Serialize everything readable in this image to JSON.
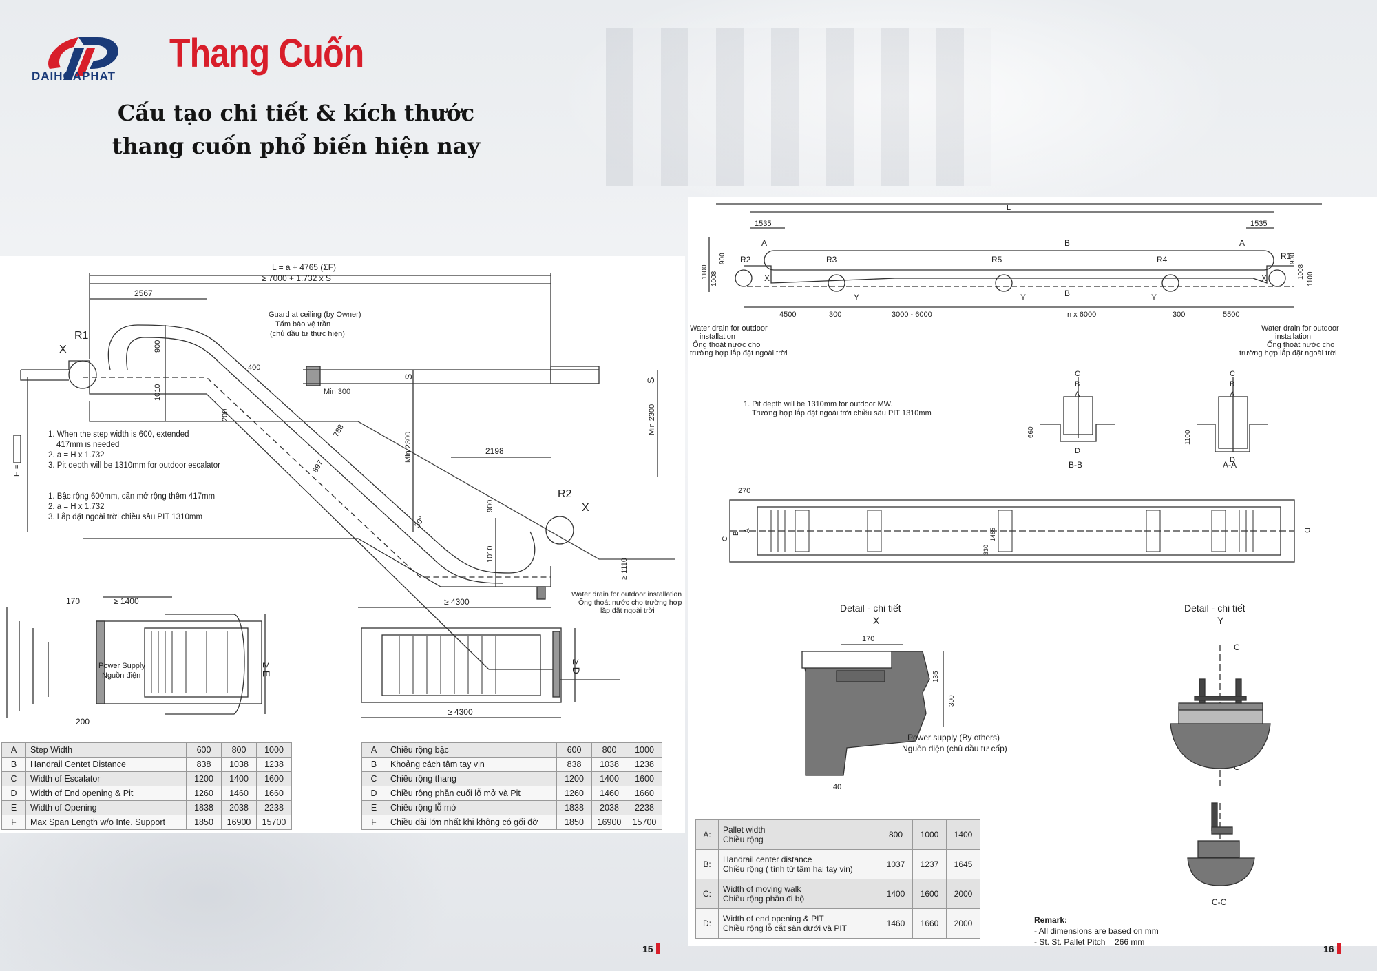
{
  "brand": {
    "name": "DAIHOAPHAT",
    "red": "#d81e2a",
    "blue": "#1a3a78"
  },
  "title": "Thang Cuốn",
  "subtitle": [
    "Cấu tạo chi tiết & kích thước",
    "thang cuốn phổ biến hiện nay"
  ],
  "page15": {
    "page_number": "15",
    "labels": {
      "formula": "L = a + 4765 (ΣF)",
      "min_len": "≥ 7000 + 1.732 x S",
      "dim_2567": "2567",
      "r1": "R1",
      "r2": "R2",
      "x1": "X",
      "x2": "X",
      "guard": "Guard at ceiling (by Owner)",
      "guard_vi1": "Tấm bảo vệ trần",
      "guard_vi2": "(chủ đầu tư thực hiện)",
      "min300": "Min 300",
      "min2300": "Min 2300",
      "dim_400": "400",
      "dim_900": "900",
      "dim_1010": "1010",
      "dim_200": "200",
      "dim_788": "788",
      "dim_897": "897",
      "dim_2198": "2198",
      "dim_30": "30°",
      "s": "S",
      "h": "H =",
      "dim_1110": "≥ 1110",
      "dim_4300": "≥ 4300",
      "water": "Water drain for outdoor installation",
      "water_vi1": "Ống thoát nước cho trường hợp",
      "water_vi2": "lắp đặt ngoài trời",
      "dim_170": "170",
      "dim_1400": "≥ 1400",
      "power": "Power Supply",
      "power_vi": "Nguồn điện",
      "dim_200b": "200",
      "e": "≥ E",
      "d": "≥ D",
      "dim_4300b": "≥ 4300"
    },
    "notes_en": [
      "1. When the step width is 600, extended",
      "417mm is needed",
      "2. a = H x 1.732",
      "3. Pit depth will be 1310mm for outdoor escalator"
    ],
    "notes_vi": [
      "1. Bậc rộng 600mm, cần mở rộng thêm 417mm",
      "2. a = H x 1.732",
      "3. Lắp đặt ngoài trời chiều sâu PIT 1310mm"
    ],
    "table_en": [
      [
        "A",
        "Step Width",
        "600",
        "800",
        "1000"
      ],
      [
        "B",
        "Handrail Centet Distance",
        "838",
        "1038",
        "1238"
      ],
      [
        "C",
        "Width of Escalator",
        "1200",
        "1400",
        "1600"
      ],
      [
        "D",
        "Width of End opening & Pit",
        "1260",
        "1460",
        "1660"
      ],
      [
        "E",
        "Width of Opening",
        "1838",
        "2038",
        "2238"
      ],
      [
        "F",
        "Max Span Length w/o Inte. Support",
        "1850",
        "16900",
        "15700"
      ]
    ],
    "table_vi": [
      [
        "A",
        "Chiều rộng bậc",
        "600",
        "800",
        "1000"
      ],
      [
        "B",
        "Khoảng cách tâm tay vịn",
        "838",
        "1038",
        "1238"
      ],
      [
        "C",
        "Chiều rộng thang",
        "1200",
        "1400",
        "1600"
      ],
      [
        "D",
        "Chiều rộng phần cuối lỗ mở và Pit",
        "1260",
        "1460",
        "1660"
      ],
      [
        "E",
        "Chiều rộng lỗ mở",
        "1838",
        "2038",
        "2238"
      ],
      [
        "F",
        "Chiều dài lớn nhất khi không có gối đỡ",
        "1850",
        "16900",
        "15700"
      ]
    ]
  },
  "page16": {
    "page_number": "16",
    "labels": {
      "L": "L",
      "dim_1535a": "1535",
      "dim_1535b": "1535",
      "a": "A",
      "b": "B",
      "r1": "R1",
      "r2": "R2",
      "r3": "R3",
      "r4": "R4",
      "r5": "R5",
      "x": "X",
      "y": "Y",
      "dim_4500": "4500",
      "dim_300a": "300",
      "dim_3000_6000": "3000 - 6000",
      "n6000": "n x 6000",
      "dim_300b": "300",
      "dim_5500": "5500",
      "dim_1100": "1100",
      "dim_1008": "1008",
      "dim_900": "900",
      "water": "Water drain for outdoor",
      "water2": "installation",
      "water_vi1": "Ống thoát nước cho",
      "water_vi2": "trường hợp lắp đặt ngoài trời",
      "note": "1. Pit depth will be 1310mm for outdoor MW.",
      "note_vi": "Trường hợp lắp đặt ngoài trời chiều sâu PIT 1310mm",
      "bb": "B-B",
      "aa": "A-A",
      "c": "C",
      "d": "D",
      "dim_660": "660",
      "dim_270": "270",
      "dim_330": "330",
      "dim_1485": "1485",
      "detail_x": "Detail - chi tiết",
      "detail_x2": "X",
      "detail_y": "Detail - chi tiết",
      "detail_y2": "Y",
      "dim_170": "170",
      "dim_135": "135",
      "dim_300": "300",
      "dim_40": "40",
      "power": "Power supply (By others)",
      "power_vi": "Nguồn điện (chủ đầu tư cấp)",
      "cc": "C-C"
    },
    "table": [
      [
        "A:",
        "Pallet width",
        "Chiều rộng",
        "800",
        "1000",
        "1400"
      ],
      [
        "B:",
        "Handrail center distance",
        "Chiều rộng ( tính từ tâm hai tay vịn)",
        "1037",
        "1237",
        "1645"
      ],
      [
        "C:",
        "Width of moving walk",
        "Chiều rộng phần đi bộ",
        "1400",
        "1600",
        "2000"
      ],
      [
        "D:",
        "Width of end opening & PIT",
        "Chiều rộng lỗ cắt sàn dưới và PIT",
        "1460",
        "1660",
        "2000"
      ]
    ],
    "remark_title": "Remark:",
    "remark_lines": [
      "- All dimensions are based on mm",
      "- St. St. Pallet Pitch = 266 mm"
    ]
  }
}
